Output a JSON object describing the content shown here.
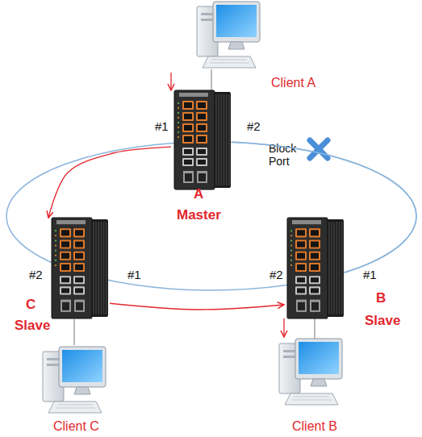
{
  "diagram": {
    "nodes": [
      {
        "text": [
          "Client A"
        ]
      },
      {
        "text": [
          "A",
          "Master"
        ]
      },
      {
        "text": [
          "C",
          "Slave"
        ]
      },
      {
        "text": [
          "B",
          "Slave"
        ]
      },
      {
        "text": [
          "Client C"
        ]
      },
      {
        "text": [
          "Client B"
        ]
      }
    ],
    "edges": [
      {
        "from": 0,
        "to": 1,
        "arrow": "to"
      },
      {
        "from": 1,
        "to": 2,
        "arrow": "to"
      },
      {
        "from": 2,
        "to": 3,
        "arrow": "to"
      },
      {
        "from": 3,
        "to": 5,
        "arrow": "to"
      },
      {
        "from": 3,
        "to": 1,
        "arrow": "none"
      },
      {
        "from": 2,
        "to": 4,
        "arrow": "none"
      }
    ],
    "labels": [
      "#1",
      "#2",
      "Block Port",
      "#2",
      "#1",
      "#2",
      "#1"
    ]
  }
}
